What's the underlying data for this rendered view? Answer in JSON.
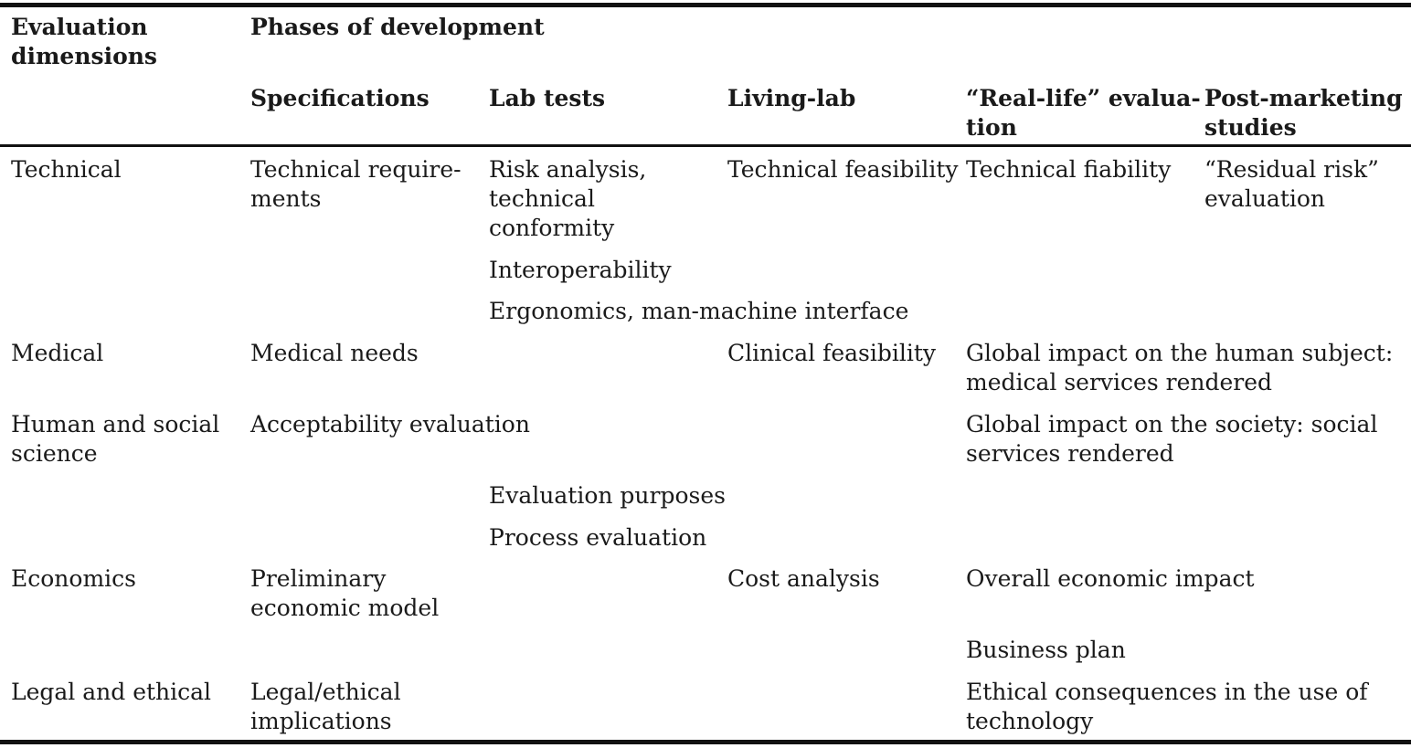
{
  "header": {
    "dimensions": [
      "Evaluation",
      "dimensions"
    ],
    "phases": "Phases of development",
    "columns": {
      "specifications": "Specifications",
      "lab": "Lab tests",
      "living": "Living-lab",
      "reallife": [
        "“Real-life” evalua-",
        "tion"
      ],
      "post": [
        "Post-marketing",
        "studies"
      ]
    }
  },
  "rows": {
    "technical": {
      "dimension": "Technical",
      "spec": [
        "Technical require-",
        "ments"
      ],
      "lab1": [
        "Risk analysis,",
        "technical",
        "conformity"
      ],
      "lab2": "Interoperability",
      "lab3": "Ergonomics, man-machine interface",
      "living": "Technical feasibility",
      "reallife": "Technical fiability",
      "post": [
        "“Residual risk”",
        "evaluation"
      ]
    },
    "medical": {
      "dimension": "Medical",
      "spec": "Medical needs",
      "living": "Clinical feasibility",
      "reallife": [
        "Global impact on the human subject:",
        "medical services rendered"
      ]
    },
    "human": {
      "dimension": [
        "Human and social",
        "science"
      ],
      "spec": "Acceptability evaluation",
      "reallife": [
        "Global impact on the society: social",
        "services rendered"
      ],
      "lab1": "Evaluation purposes",
      "lab2": "Process evaluation"
    },
    "economics": {
      "dimension": "Economics",
      "spec": [
        "Preliminary",
        "economic model"
      ],
      "living": "Cost analysis",
      "reallife1": "Overall economic impact",
      "reallife2": "Business plan"
    },
    "legal": {
      "dimension": "Legal and ethical",
      "spec": [
        "Legal/ethical",
        "implications"
      ],
      "reallife": [
        "Ethical consequences in the use of",
        "technology"
      ]
    }
  }
}
